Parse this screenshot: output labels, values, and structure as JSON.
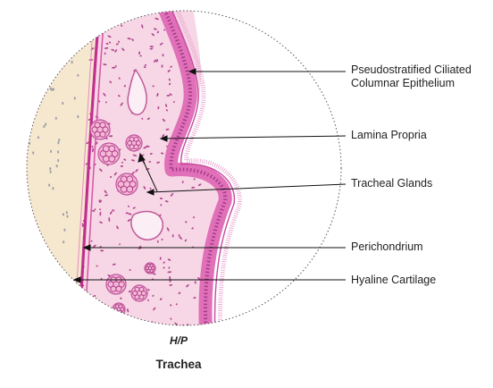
{
  "labels": {
    "epithelium_line1": "Pseudostratified Ciliated",
    "epithelium_line2": "Columnar Epithelium",
    "lamina_propria": "Lamina Propria",
    "tracheal_glands": "Tracheal Glands",
    "perichondrium": "Perichondrium",
    "hyaline_cartilage": "Hyaline Cartilage"
  },
  "caption": {
    "stain": "H/P",
    "title": "Trachea"
  },
  "colors": {
    "cartilage": "#f6e7cf",
    "connective_tissue": "#f7d7e6",
    "epithelium": "#e070b8",
    "nuclei": "#a53a8a",
    "perichondrium": "#c2308e",
    "leader_line": "#111111",
    "circle_outline": "#555555"
  }
}
